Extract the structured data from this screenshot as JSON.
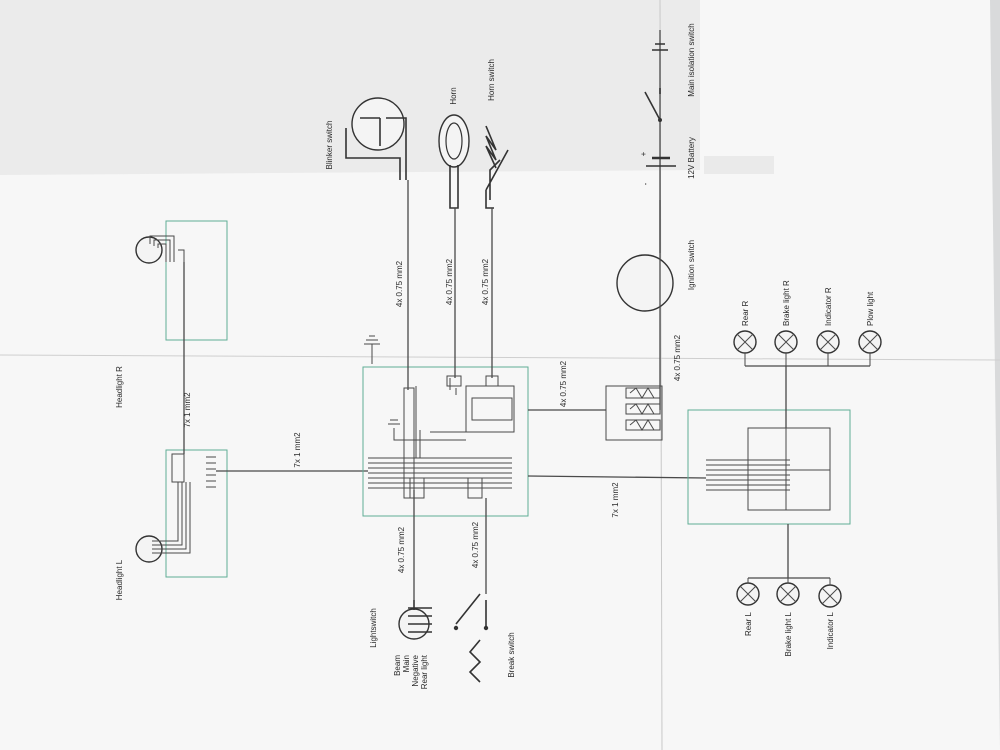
{
  "headlights": {
    "left": "Headlight L",
    "right": "Headlight R"
  },
  "switches": {
    "blinker": "Blinker switch",
    "horn": "Horn",
    "horn_switch": "Horn switch",
    "ignition": "Ignition switch",
    "battery": "12V Battery",
    "main_isolation": "Main isolation switch",
    "light": "Lightswitch",
    "brake": "Break switch"
  },
  "light_switch_positions": [
    "Beam",
    "Main",
    "Negative",
    "Rear light"
  ],
  "rear_lamps_right": [
    "Rear R",
    "Brake light R",
    "Indicator R",
    "Plow light"
  ],
  "rear_lamps_left": [
    "Rear L",
    "Brake light L",
    "Indicator L"
  ],
  "cables": {
    "head_link": "7x 1 mm2",
    "head_main": "7x 1 mm2",
    "rear_main": "7x 1 mm2",
    "blinker": "4x 0.75 mm2",
    "horn": "4x 0.75 mm2",
    "horn_switch": "4x 0.75 mm2",
    "indicator_relay": "4x 0.75 mm2",
    "ignition": "4x 0.75 mm2",
    "lightswitch": "4x 0.75 mm2",
    "brake": "4x 0.75 mm2"
  },
  "battery_polarity": {
    "plus": "+",
    "minus": "-"
  },
  "colors": {
    "paper": "#fbfbfb",
    "outer": "#d9dadb",
    "enclosure": "#5fae95",
    "wire": "#4a4a4a"
  }
}
